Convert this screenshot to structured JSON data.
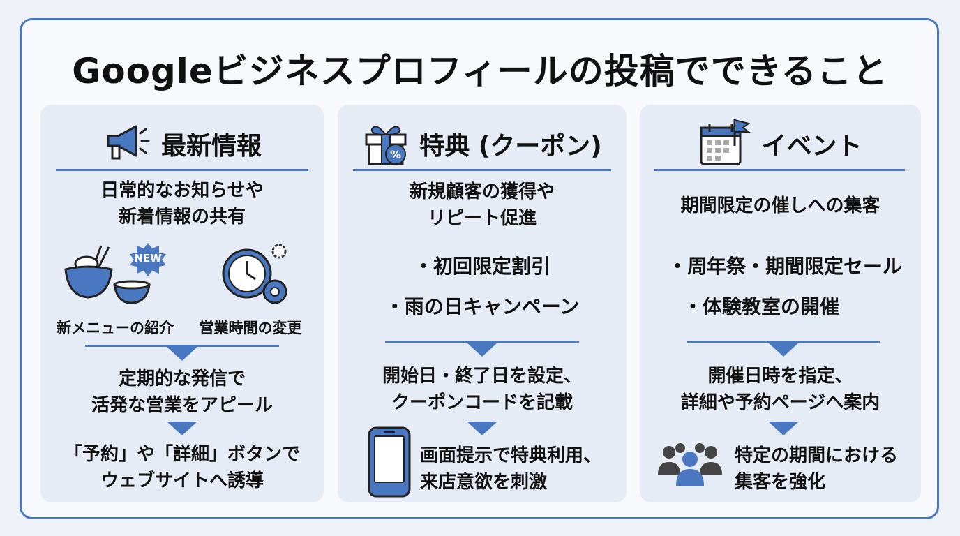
{
  "title": "Googleビジネスプロフィールの投稿でできること",
  "panels": [
    {
      "heading": "最新情報",
      "summary": [
        "日常的なお知らせや",
        "新着情報の共有"
      ],
      "new_badge": "NEW",
      "examples": [
        "新メニューの紹介",
        "営業時間の変更"
      ],
      "step2": [
        "定期的な発信で",
        "活発な営業をアピール"
      ],
      "step3": [
        "「予約」や「詳細」ボタンで",
        "ウェブサイトへ誘導"
      ]
    },
    {
      "heading": "特典 (クーポン)",
      "summary": [
        "新規顧客の獲得や",
        "リピート促進"
      ],
      "bullets": [
        "・初回限定割引",
        "・雨の日キャンペーン"
      ],
      "step2": [
        "開始日・終了日を設定、",
        "クーポンコードを記載"
      ],
      "step3": [
        "画面提示で特典利用、",
        "来店意欲を刺激"
      ]
    },
    {
      "heading": "イベント",
      "summary": [
        "期間限定の催しへの集客"
      ],
      "bullets": [
        "・周年祭・期間限定セール",
        "・体験教室の開催"
      ],
      "step2": [
        "開催日時を指定、",
        "詳細や予約ページへ案内"
      ],
      "step3": [
        "特定の期間における",
        "集客を強化"
      ]
    }
  ],
  "icons": {
    "p1_header": "megaphone-icon",
    "p1_food": "ramen-bowl-icon",
    "p1_clock": "clock-gear-icon",
    "p2_header": "gift-percent-icon",
    "p2_phone": "smartphone-icon",
    "p3_header": "calendar-flag-icon",
    "p3_people": "people-group-icon"
  },
  "colors": {
    "accent": "#4a78c0",
    "panel": "#e6ecf6",
    "text": "#111111"
  }
}
